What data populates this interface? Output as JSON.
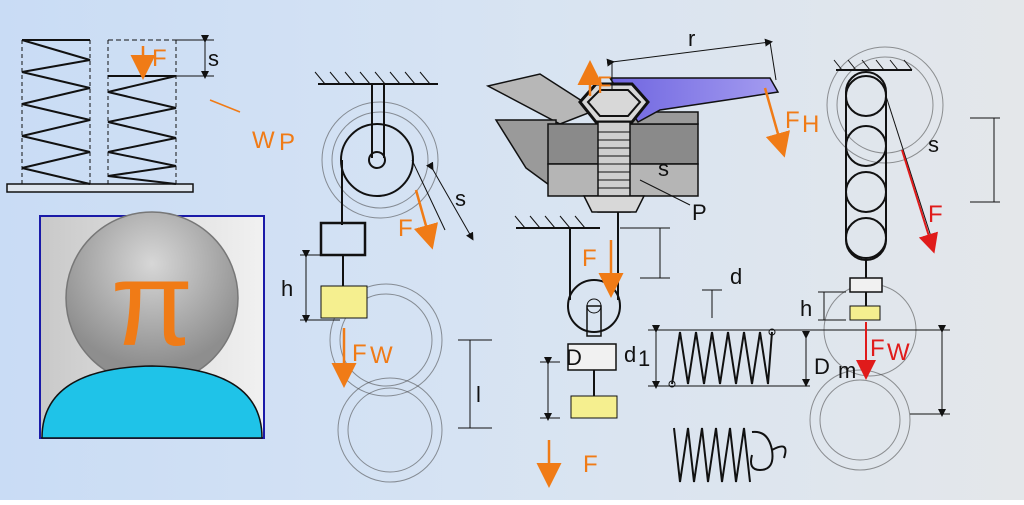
{
  "title": "",
  "colors": {
    "background_left": "#c9dcf5",
    "background_right": "#e4e7ea",
    "force_orange": "#f07b16",
    "force_red": "#e01b1b",
    "weight_yellow": "#f5ef8f",
    "lever_violet": "#8a7fe8",
    "logo_border": "#1a1aa8",
    "logo_cyan": "#1fc3e8"
  },
  "logo": {
    "symbol": "π",
    "icon": "pi-logo-icon"
  },
  "labels": {
    "spring_force": "F",
    "spring_travel": "s",
    "spring_work": "W",
    "spring_work_sub": "P",
    "pulley_travel": "s",
    "pulley_force": "F",
    "pulley_height": "h",
    "pulley_weight": "F",
    "pulley_weight_sub": "W",
    "pulley_length": "l",
    "lever_arm": "r",
    "lever_force_top": "F",
    "lever_hand_force": "F",
    "lever_hand_force_sub": "H",
    "lever_travel": "s",
    "lever_pitch": "P",
    "lower_pulley_force": "F",
    "wire_d": "d",
    "coil_d1": "d",
    "coil_d1_sub": "1",
    "coil_dm": "D",
    "coil_dm_sub": "m",
    "block_d": "D",
    "bottom_force": "F",
    "block_travel": "s",
    "block_force": "F",
    "block_height": "h",
    "block_weight": "F",
    "block_weight_sub": "W"
  }
}
